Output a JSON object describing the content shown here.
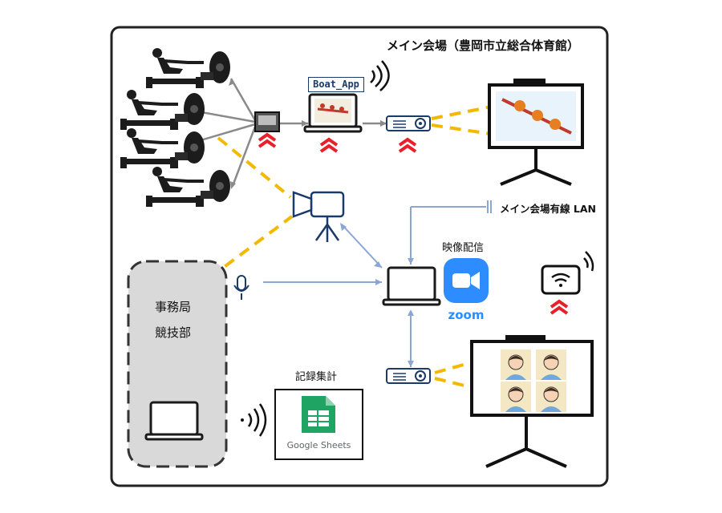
{
  "venue": {
    "title": "メイン会場（豊岡市立総合体育館）"
  },
  "app": {
    "name": "Boat_App"
  },
  "network": {
    "wired_lan": "メイン会場有線 LAN"
  },
  "streaming": {
    "label": "映像配信",
    "service": "zoom"
  },
  "office": {
    "line1": "事務局",
    "line2": "競技部"
  },
  "records": {
    "label": "記録集計",
    "service": "Google Sheets"
  },
  "colors": {
    "frame": "#222222",
    "gray_link": "#8a8a8a",
    "blue_link": "#8aa6d4",
    "wireless_link": "#f3b800",
    "relay_chevron": "#e8202a",
    "zoom_blue": "#2d8cff",
    "sheets_green": "#1fa463",
    "office_fill": "#d9d9d9"
  },
  "icons": [
    "rowing-machine-icon",
    "sensor-hub-icon",
    "laptop-icon",
    "wifi-icon",
    "projector-icon",
    "projection-screen-icon",
    "video-camera-icon",
    "microphone-icon",
    "zoom-icon",
    "tablet-icon",
    "google-sheets-icon",
    "relay-chevron-icon"
  ]
}
